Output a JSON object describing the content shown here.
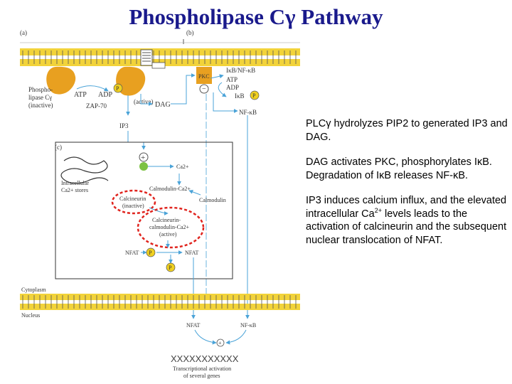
{
  "title": "Phospholipase Cγ Pathway",
  "diagram": {
    "panel_a": "(a)",
    "panel_b": "(b)",
    "panel_c": "(c)",
    "plc_inactive": [
      "Phospho-",
      "lipase Cγ",
      "(inactive)"
    ],
    "plc_active": "(active)",
    "atp_a": "ATP",
    "adp_a": "ADP",
    "zap70": "ZAP-70",
    "dag": "DAG",
    "ip3": "IP3",
    "pkc": "PKC",
    "ikb_nfkb": "IκB/NF-κB",
    "atp_b": "ATP",
    "adp_b": "ADP",
    "ikb": "IκB",
    "nfkb_b": "NF-κB",
    "p": "P",
    "plus": "+",
    "minus": "−",
    "ca2": "Ca2+",
    "ca_stores": [
      "Intracellular",
      "Ca2+ stores"
    ],
    "calmodulin_ca": "Calmodulin-Ca2+",
    "calmodulin": "Calmodulin",
    "calcineurin_inactive": [
      "Calcineurin",
      "(inactive)"
    ],
    "calcineurin_active": [
      "Calcineurin-",
      "calmodulin-Ca2+",
      "(active)"
    ],
    "nfat_left": "NFAT",
    "nfat_right": "NFAT",
    "cytoplasm": "Cytoplasm",
    "nucleus": "Nucleus",
    "nfat_nuc": "NFAT",
    "nfkb_nuc": "NF-κB",
    "gene_seq": "XXXXXXXXXXX",
    "transcription": [
      "Transcriptional activation",
      "of several genes"
    ]
  },
  "notes": {
    "p1": "PLCγ hydrolyzes PIP2 to generated IP3 and DAG.",
    "p2": "DAG activates PKC, phosphorylates IκB. Degradation of IκB releases NF-κB.",
    "p3_a": "IP3 induces calcium influx, and the elevated intracellular Ca",
    "p3_sup": "2+",
    "p3_b": " levels leads to the activation of calcineurin and the subsequent nuclear translocation of NFAT."
  },
  "colors": {
    "title": "#1a1a8c",
    "membrane": "#f2d33a",
    "plc": "#e8a020",
    "arrow": "#4aa3d8",
    "dashed_circle": "#e0241e",
    "phosphate": "#f0d020",
    "active_dot": "#7cc242"
  }
}
